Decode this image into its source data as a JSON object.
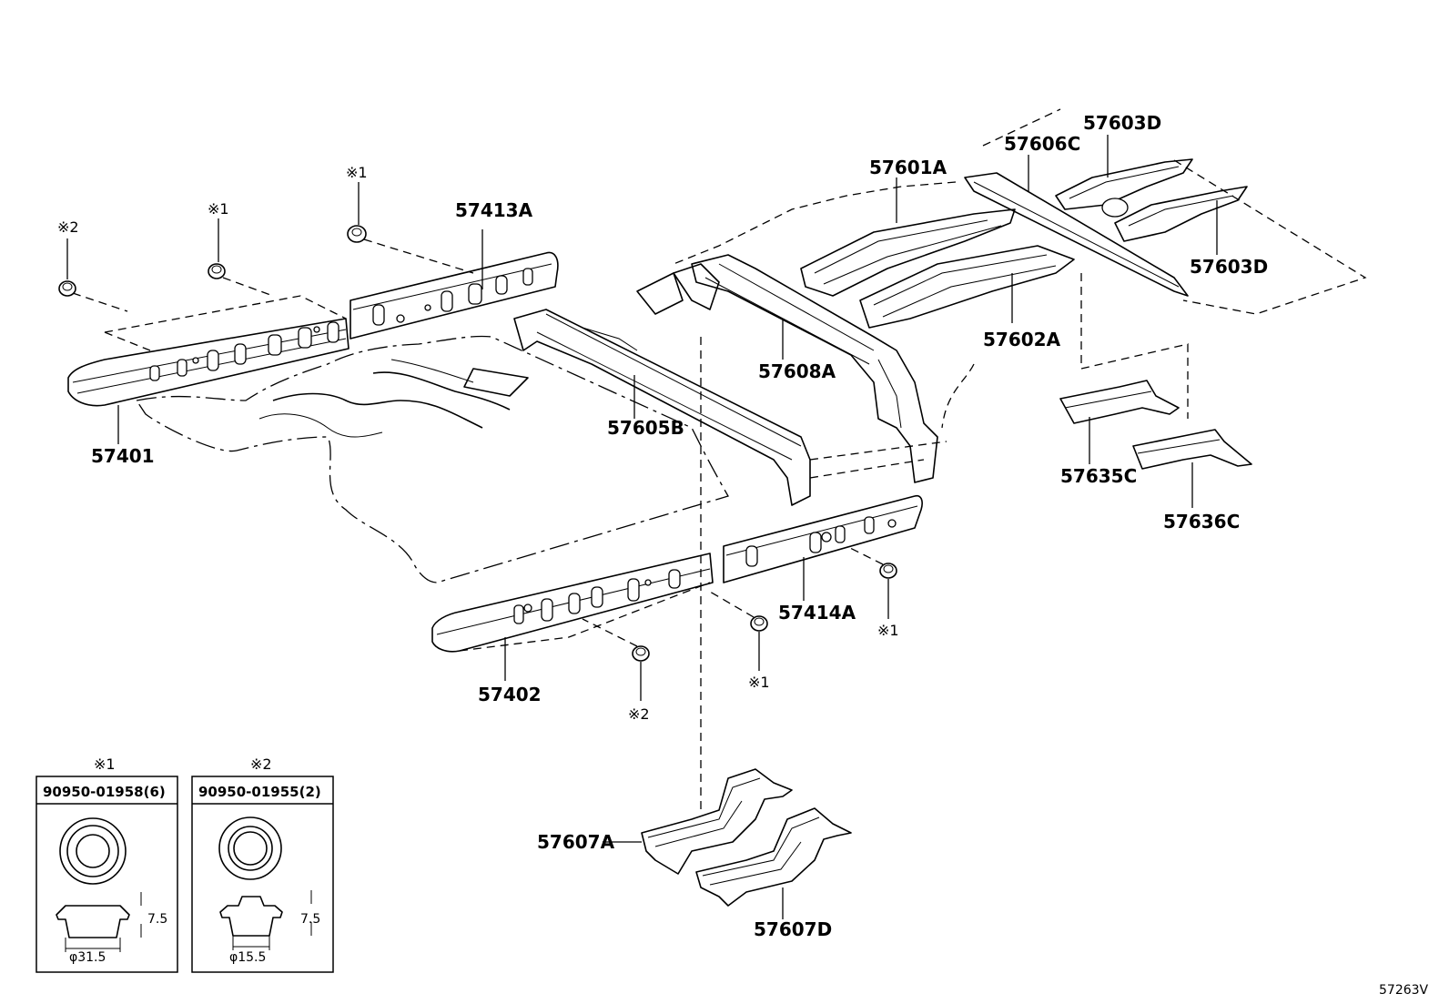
{
  "diagram": {
    "parts": [
      {
        "id": "p57401",
        "label": "57401"
      },
      {
        "id": "p57413A",
        "label": "57413A"
      },
      {
        "id": "p57402",
        "label": "57402"
      },
      {
        "id": "p57414A",
        "label": "57414A"
      },
      {
        "id": "p57605B",
        "label": "57605B"
      },
      {
        "id": "p57608A",
        "label": "57608A"
      },
      {
        "id": "p57601A",
        "label": "57601A"
      },
      {
        "id": "p57602A",
        "label": "57602A"
      },
      {
        "id": "p57606C",
        "label": "57606C"
      },
      {
        "id": "p57603D_top",
        "label": "57603D"
      },
      {
        "id": "p57603D_right",
        "label": "57603D"
      },
      {
        "id": "p57635C",
        "label": "57635C"
      },
      {
        "id": "p57636C",
        "label": "57636C"
      },
      {
        "id": "p57607A",
        "label": "57607A"
      },
      {
        "id": "p57607D",
        "label": "57607D"
      }
    ],
    "markers": {
      "note1": "※1",
      "note2": "※2"
    },
    "legend": [
      {
        "marker": "※1",
        "part_no": "90950-01958(6)",
        "dim_height": "7.5",
        "dim_diameter": "φ31.5"
      },
      {
        "marker": "※2",
        "part_no": "90950-01955(2)",
        "dim_height": "7.5",
        "dim_diameter": "φ15.5"
      }
    ],
    "footer_code": "57263V"
  }
}
